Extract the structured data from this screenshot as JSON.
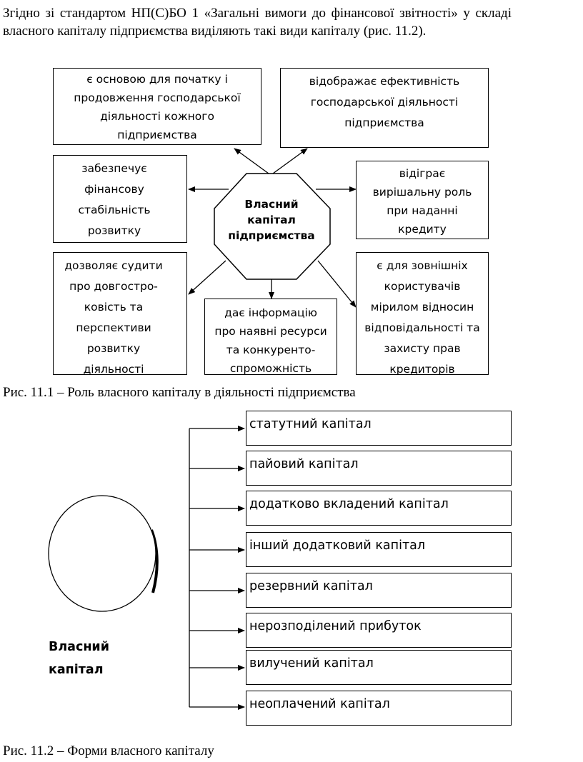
{
  "intro": "Згідно зі стандартом НП(С)БО 1 «Загальні вимоги до фінансової звітності» у складі власного капіталу підприємства виділяють такі види капіталу (рис. 11.2).",
  "fig1": {
    "center": "Власний\nкапітал\nпідприємства",
    "boxes": {
      "top_left": "є основою для початку і\nпродовження господарської\nдіяльності кожного\nпідприємства",
      "top_right": "відображає ефективність\nгосподарської діяльності\nпідприємства",
      "mid_left": "забезпечує\nфінансову\nстабільність\nрозвитку",
      "mid_right": "відіграє\nвирішальну роль\nпри наданні\nкредиту",
      "bottom_left": "дозволяє судити\nпро довгостро-\nковість та\nперспективи\nрозвитку\nдіяльності",
      "bottom_center": "дає інформацію\nпро наявні ресурси\nта конкуренто-\nспроможність",
      "bottom_right": "є для зовнішніх\nкористувачів\nмірилом відносин\nвідповідальності та\nзахисту прав\nкредиторів"
    },
    "caption": "Рис. 11.1 – Роль власного капіталу в діяльності підприємства"
  },
  "fig2": {
    "center": "Власний\nкапітал",
    "forms": [
      "статутний капітал",
      "пайовий капітал",
      "додатково вкладений капітал",
      "інший додатковий капітал",
      "резервний капітал",
      "нерозподілений прибуток",
      "вилучений капітал",
      "неоплачений капітал"
    ],
    "caption": "Рис. 11.2 – Форми власного капіталу"
  }
}
